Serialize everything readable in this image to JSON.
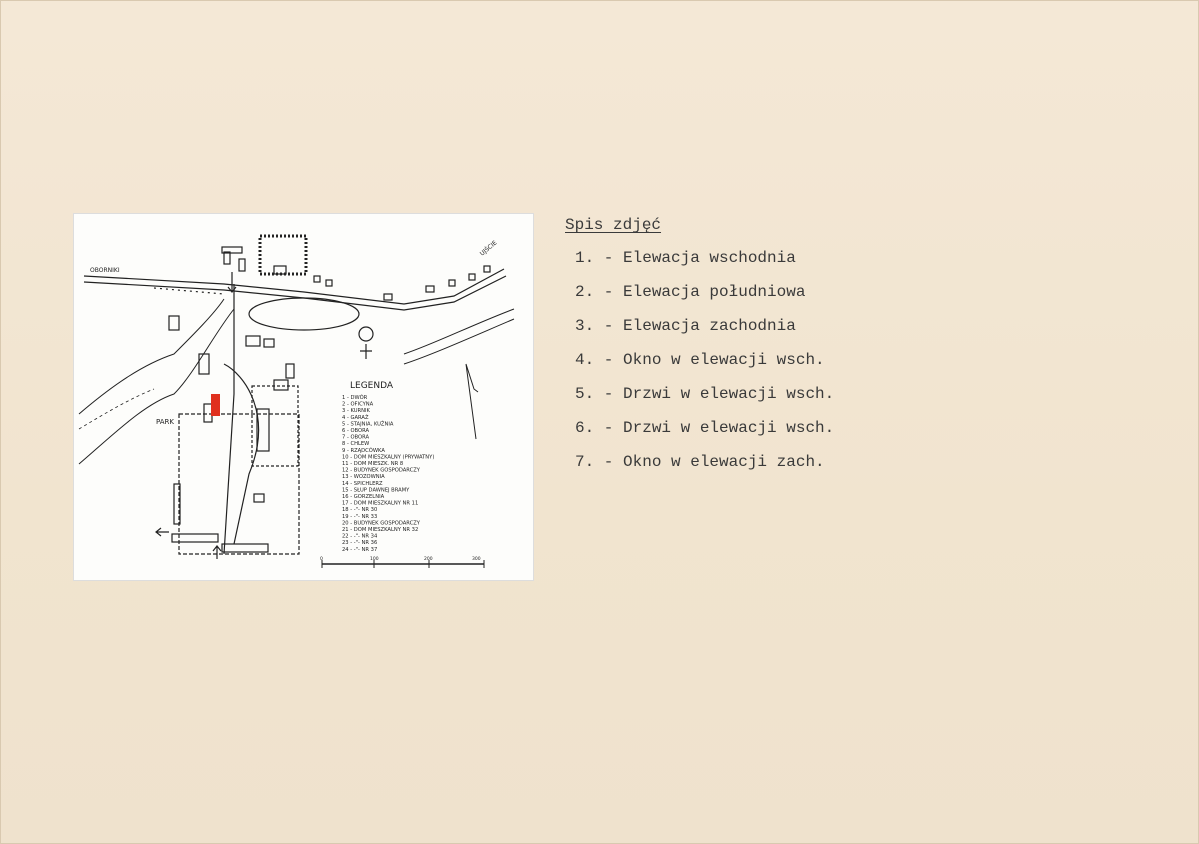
{
  "map": {
    "label_oborniki": "OBORNIKI",
    "label_ujscie": "UJŚCIE",
    "label_park": "PARK",
    "legend_title": "LEGENDA",
    "legend_items": [
      "1 - DWÓR",
      "2 - OFICYNA",
      "3 - KURNIK",
      "4 - GARAŻ",
      "5 - STAJNIA, KUŹNIA",
      "6 - OBORA",
      "7 - OBORA",
      "8 - CHLEW",
      "9 - RZĄDCÓWKA",
      "10 - DOM MIESZKALNY (PRYWATNY)",
      "11 - DOM MIESZK. NR 8",
      "12 - BUDYNEK GOSPODARCZY",
      "13 - WOZOWNIA",
      "14 - SPICHLERZ",
      "15 - SŁUP DAWNEJ BRAMY",
      "16 - GORZELNIA",
      "17 - DOM MIESZKALNY NR 11",
      "18 - -\"- NR 30",
      "19 - -\"- NR 33",
      "20 - BUDYNEK GOSPODARCZY",
      "21 - DOM MIESZKALNY NR 32",
      "22 - -\"- NR 34",
      "23 - -\"- NR 36",
      "24 - -\"- NR 37"
    ],
    "scale_labels": [
      "0",
      "100",
      "200",
      "300"
    ],
    "highlight_color": "#e0301e"
  },
  "list": {
    "title": "Spis zdjęć",
    "items": [
      "1. - Elewacja wschodnia",
      "2. - Elewacja południowa",
      "3. - Elewacja zachodnia",
      "4. - Okno w elewacji wsch.",
      "5. - Drzwi w elewacji wsch.",
      "6. - Drzwi w elewacji wsch.",
      "7. - Okno w elewacji zach."
    ]
  }
}
